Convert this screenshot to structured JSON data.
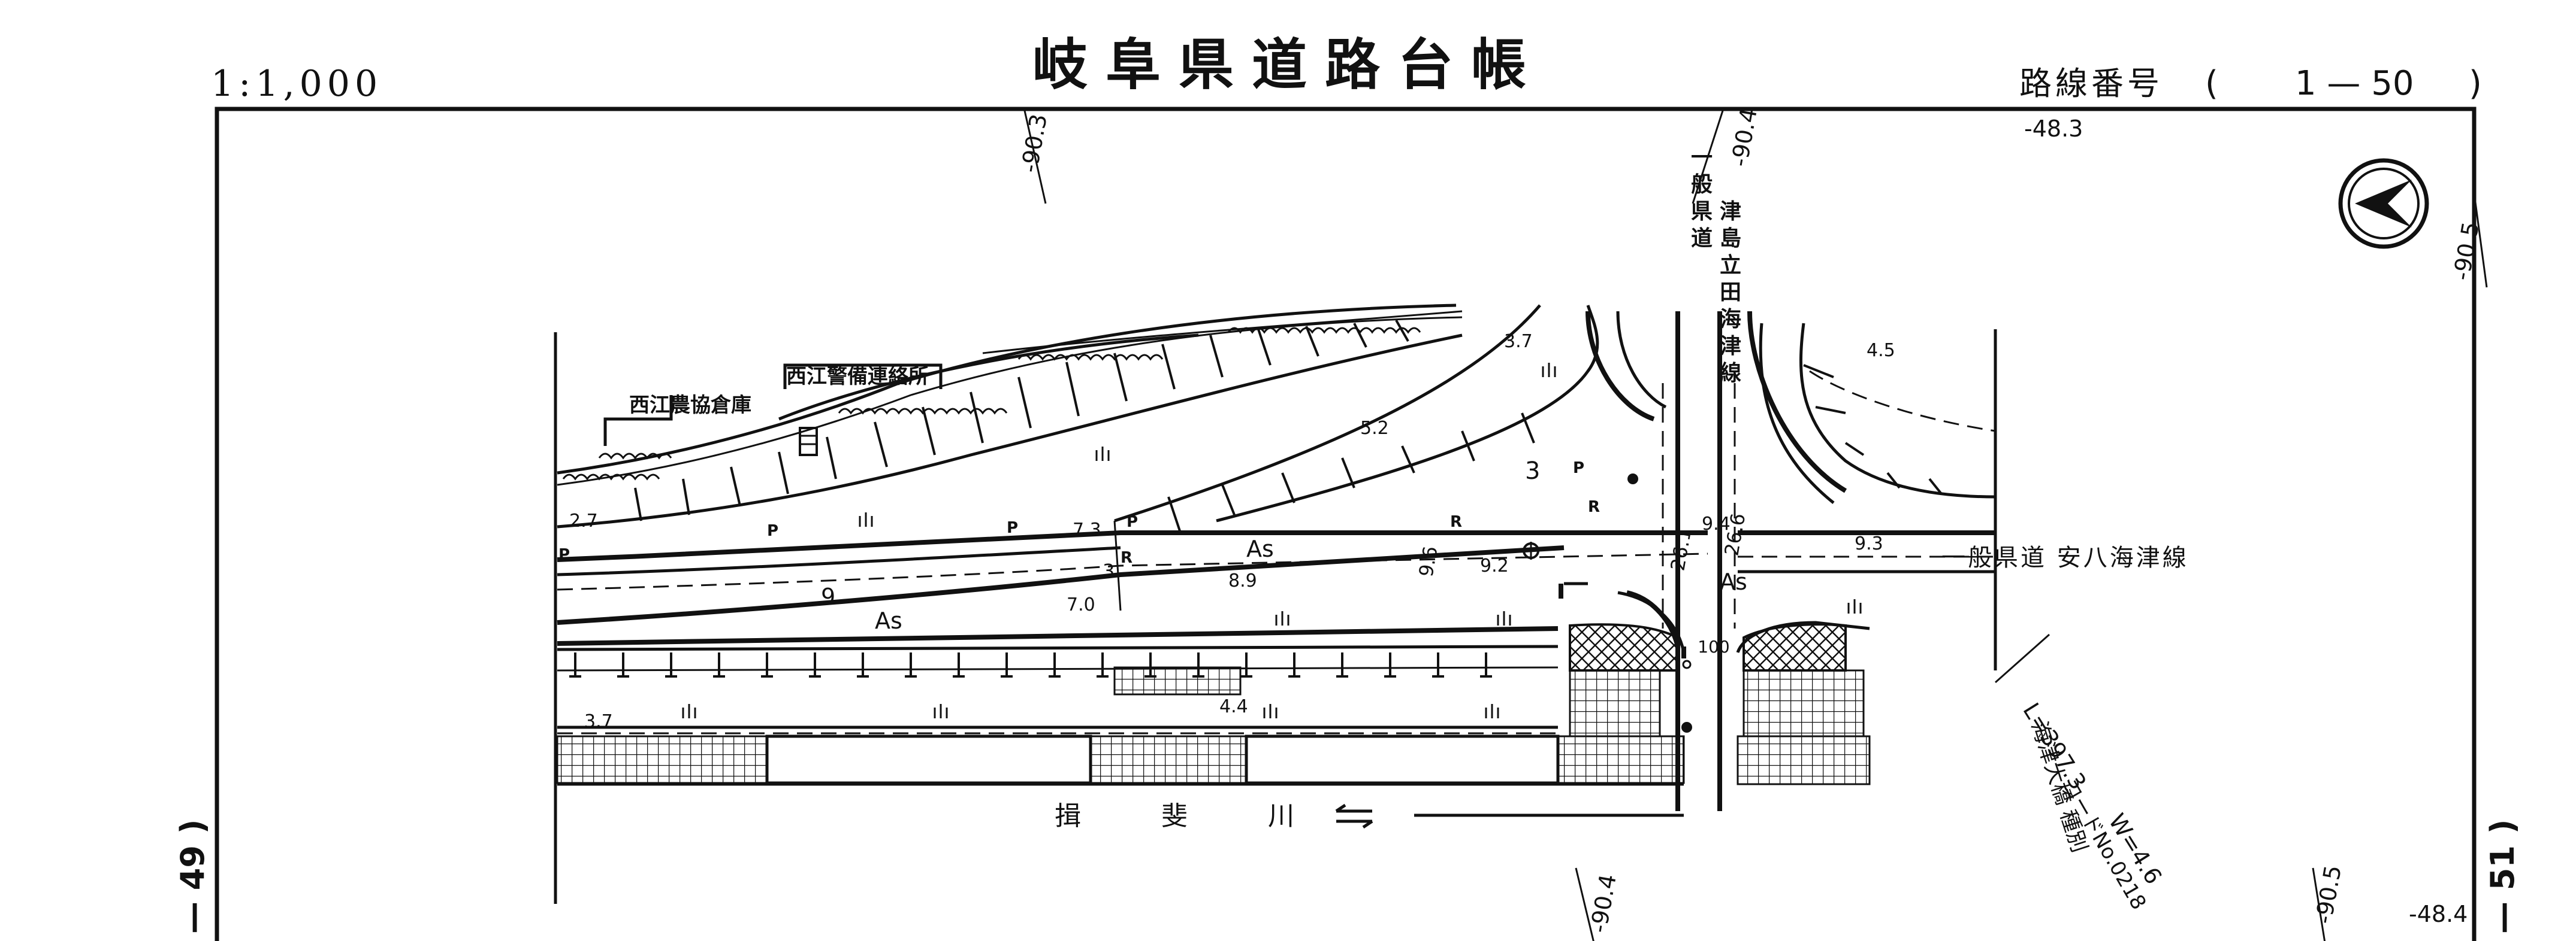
{
  "header": {
    "title": "岐阜県道路台帳",
    "scale": "1:1,000",
    "route_label": "路線番号",
    "route_open": "(",
    "route_number": "1 — 50",
    "route_close": ")"
  },
  "sheet_refs": {
    "left": "— 49 )",
    "right": "— 51 )"
  },
  "stations": {
    "top": [
      "-90.3",
      "-90.4",
      "-48.3",
      "-90.5"
    ],
    "bottom": [
      "-90.4",
      "-90.5",
      "-48.4"
    ]
  },
  "facilities": {
    "farm_warehouse": "西江農協倉庫",
    "police_post": "西江警備連絡所"
  },
  "roads": {
    "crossing_name": "一般県道 津島立田海津線",
    "east_name": "一般県道 安八海津線",
    "surface": "As",
    "river": "揖 斐 川"
  },
  "bridge": {
    "length": "L=397.3",
    "width": "W=4.6",
    "name": "海津大橋 種別",
    "code": "コードNo.0218",
    "abutment": "100"
  },
  "elevations": [
    "3.7",
    "5.2",
    "2.7",
    "7.3",
    "4.5",
    "9.4",
    "9.3",
    "9.2",
    "8.9",
    "7.0",
    "3.7",
    "4.4"
  ],
  "widths": [
    "9.6",
    "26.1",
    "26.6",
    "3",
    "9"
  ],
  "symbols": {
    "pole": "P",
    "rail": "R",
    "marker": "3",
    "north_arrow": "north-arrow"
  }
}
